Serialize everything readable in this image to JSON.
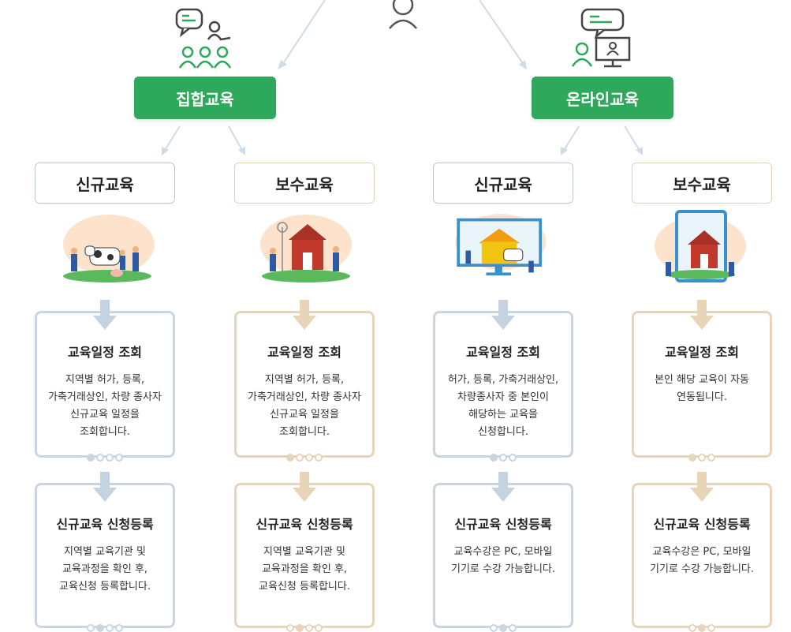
{
  "top": {
    "offline_label": "집합교육",
    "online_label": "온라인교육"
  },
  "columns": [
    {
      "category": "신규교육",
      "step1": {
        "title": "교육일정 조회",
        "lines": [
          "지역별 허가, 등록,",
          "가축거래상인, 차량 종사자",
          "신규교육 일정을",
          "조회합니다."
        ]
      },
      "step2": {
        "title": "신규교육 신청등록",
        "lines": [
          "지역별 교육기관 및",
          "교육과정을 확인 후,",
          "교육신청 등록합니다."
        ]
      }
    },
    {
      "category": "보수교육",
      "step1": {
        "title": "교육일정 조회",
        "lines": [
          "지역별 허가, 등록,",
          "가축거래상인, 차량 종사자",
          "신규교육 일정을",
          "조회합니다."
        ]
      },
      "step2": {
        "title": "신규교육 신청등록",
        "lines": [
          "지역별 교육기관 및",
          "교육과정을 확인 후,",
          "교육신청 등록합니다."
        ]
      }
    },
    {
      "category": "신규교육",
      "step1": {
        "title": "교육일정 조회",
        "lines": [
          "허가, 등록, 가축거래상인,",
          "차량종사자 중 본인이",
          "해당하는 교육을",
          "신청합니다."
        ]
      },
      "step2": {
        "title": "신규교육 신청등록",
        "lines": [
          "교육수강은 PC, 모바일",
          "기기로 수강 가능합니다."
        ]
      }
    },
    {
      "category": "보수교육",
      "step1": {
        "title": "교육일정 조회",
        "lines": [
          "본인 해당 교육이 자동",
          "연동됩니다."
        ]
      },
      "step2": {
        "title": "신규교육 신청등록",
        "lines": [
          "교육수강은 PC, 모바일",
          "기기로 수강 가능합니다."
        ]
      }
    }
  ],
  "colors": {
    "green": "#2ea85a",
    "blue_border": "#c9d6e2",
    "tan_border": "#e6d5ba",
    "blue_arrow": "#c5d3e0",
    "tan_arrow": "#e8d4b6"
  },
  "icons": [
    "classroom-icon",
    "person-icon",
    "online-lecture-icon"
  ]
}
